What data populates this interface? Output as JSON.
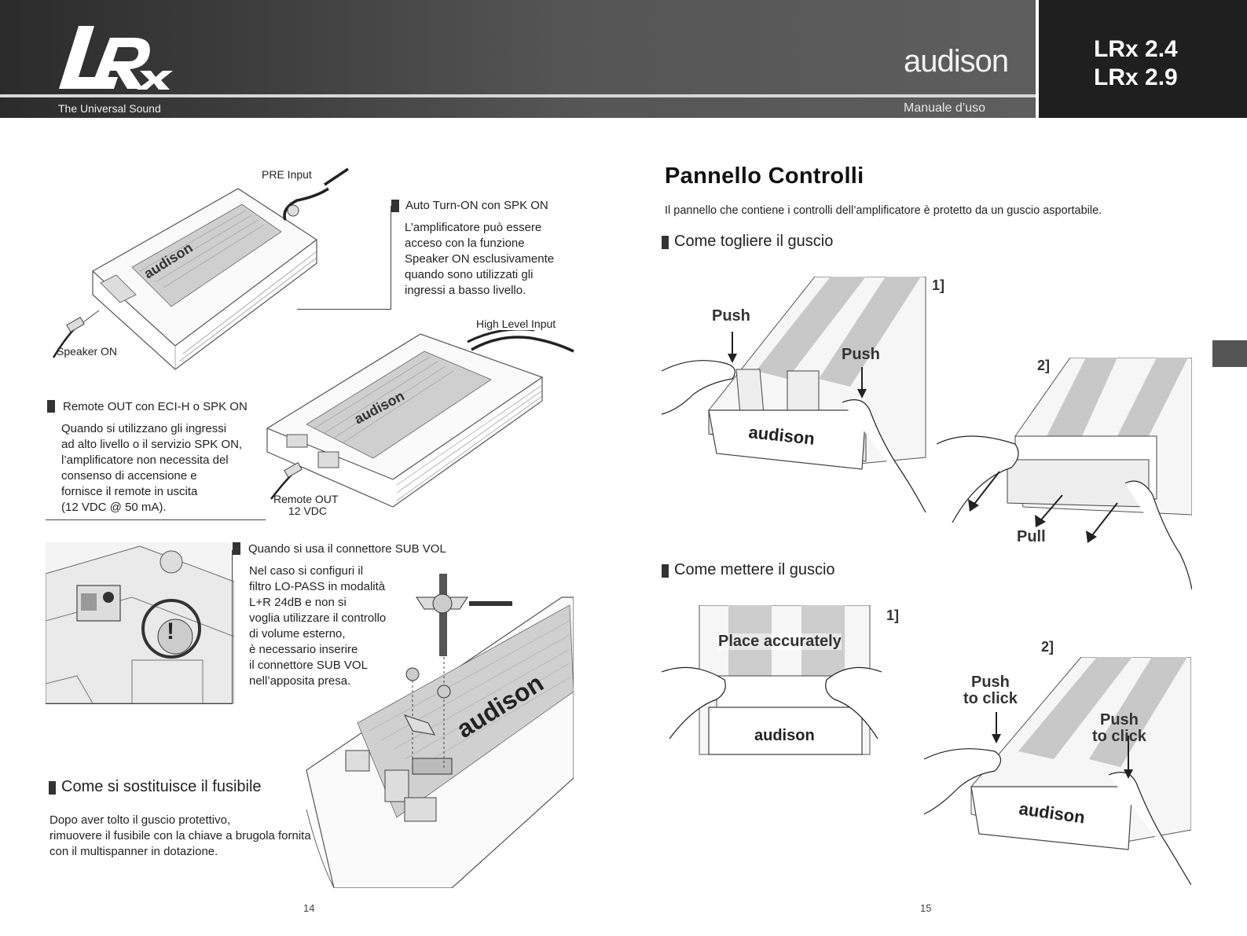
{
  "header": {
    "logo_text": "LRx",
    "tagline": "The Universal Sound",
    "brand": "audison",
    "manual_label": "Manuale d’uso",
    "models": [
      "LRx 2.4",
      "LRx 2.9"
    ]
  },
  "left_page": {
    "pre_input_label": "PRE Input",
    "auto_turn_on": {
      "heading": "Auto Turn-ON con SPK ON",
      "lines": [
        "L’amplificatore può essere",
        "acceso con la funzione",
        "Speaker ON esclusivamente",
        "quando sono utilizzati gli",
        "ingressi a basso livello."
      ]
    },
    "speaker_on_label": "Speaker ON",
    "high_level_input_label": "High Level Input",
    "amp_brand": "audison",
    "remote_out": {
      "heading": "Remote OUT con ECI-H o SPK ON",
      "lines": [
        "Quando si utilizzano gli ingressi",
        "ad alto livello o il servizio SPK ON,",
        "l’amplificatore non necessita del",
        "consenso di accensione e",
        "fornisce il remote in uscita",
        "(12 VDC @ 50 mA)."
      ]
    },
    "remote_out_label": "Remote OUT",
    "remote_out_voltage": "12 VDC",
    "sub_vol": {
      "heading": "Quando si usa il connettore SUB VOL",
      "lines": [
        "Nel caso si configuri il",
        "filtro LO-PASS in modalità",
        "L+R 24dB e non si",
        "voglia utilizzare il controllo",
        "di volume esterno,",
        "è necessario inserire",
        "il connettore SUB VOL",
        "nell’apposita presa."
      ]
    },
    "fuse": {
      "heading": "Come si sostituisce il fusibile",
      "lines": [
        "Dopo aver tolto il guscio protettivo,",
        "rimuovere il fusibile con la chiave a brugola fornita",
        "con il multispanner in dotazione."
      ]
    },
    "page_number": "14"
  },
  "right_page": {
    "title": "Pannello Controlli",
    "intro": "Il pannello che contiene i controlli dell’amplificatore è protetto da un guscio asportabile.",
    "remove_heading": "Come togliere il guscio",
    "remove_steps": {
      "step1": "1]",
      "step2": "2]",
      "push": "Push",
      "pull": "Pull"
    },
    "replace_heading": "Come mettere il guscio",
    "replace_steps": {
      "step1": "1]",
      "step2": "2]",
      "place": "Place accurately",
      "push_click_1": "Push",
      "push_click_2": "to click"
    },
    "amp_brand": "audison",
    "page_number": "15"
  },
  "colors": {
    "header_dark": "#3a3a3a",
    "header_right": "#1f1f1f",
    "text": "#222222"
  }
}
